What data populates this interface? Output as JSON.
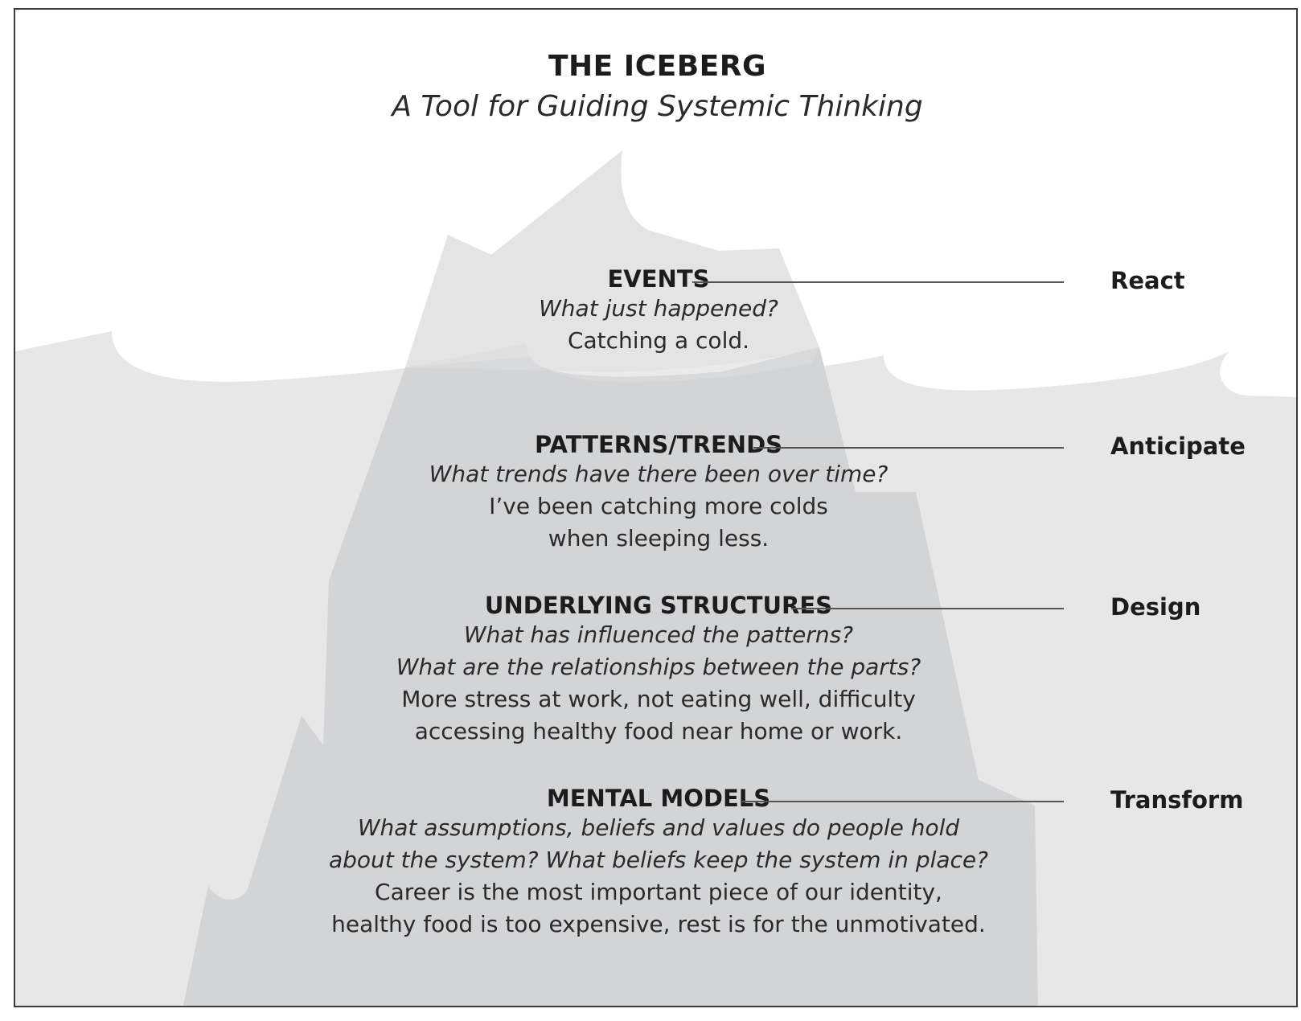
{
  "title": "THE ICEBERG",
  "subtitle": "A Tool for Guiding Systemic Thinking",
  "levels": [
    {
      "heading": "EVENTS",
      "questions": [
        "What just happened?"
      ],
      "examples": [
        "Catching a cold."
      ],
      "action": "React"
    },
    {
      "heading": "PATTERNS/TRENDS",
      "questions": [
        "What trends have there been over time?"
      ],
      "examples": [
        "I’ve been catching more colds",
        "when sleeping less."
      ],
      "action": "Anticipate"
    },
    {
      "heading": "UNDERLYING STRUCTURES",
      "questions": [
        "What has influenced the patterns?",
        "What are the relationships between the parts?"
      ],
      "examples": [
        "More stress at work, not eating well, difficulty",
        "accessing healthy food near home or work."
      ],
      "action": "Design"
    },
    {
      "heading": "MENTAL MODELS",
      "questions": [
        "What assumptions, beliefs and values do people hold",
        "about the system? What beliefs keep the system in place?"
      ],
      "examples": [
        "Career is the most important piece of our identity,",
        "healthy food is too expensive, rest is for the unmotivated."
      ],
      "action": "Transform"
    }
  ],
  "colors": {
    "water": "#e6e6e6",
    "iceberg_above": "#e3e3e3",
    "iceberg_below": "#d2d3d5",
    "connector": "#555555"
  }
}
